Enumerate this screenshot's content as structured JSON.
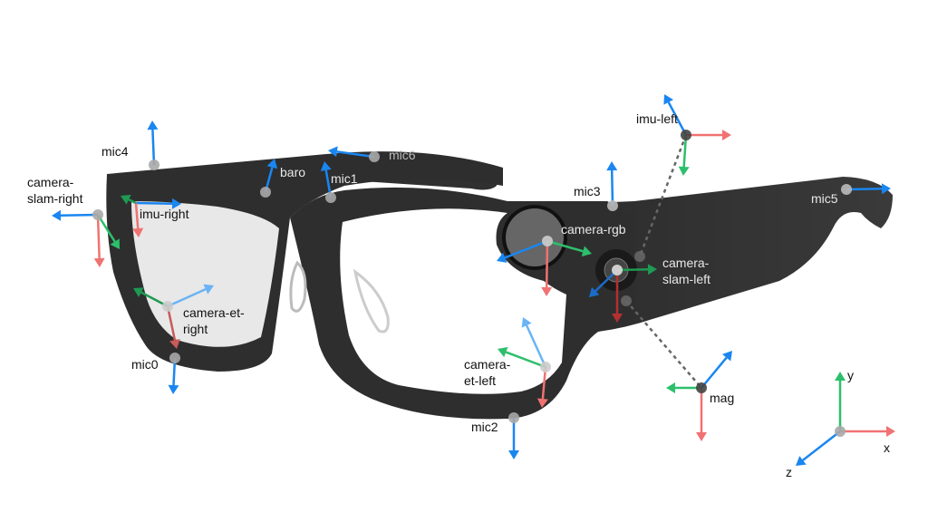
{
  "diagram": {
    "sensors": {
      "mic4": "mic4",
      "camera_slam_right": [
        "camera-",
        "slam-right"
      ],
      "imu_right": "imu-right",
      "baro": "baro",
      "mic1": "mic1",
      "mic6": "mic6",
      "camera_et_right": [
        "camera-et-",
        "right"
      ],
      "mic0": "mic0",
      "mic3": "mic3",
      "camera_rgb": "camera-rgb",
      "camera_slam_left": [
        "camera-",
        "slam-left"
      ],
      "imu_left": "imu-left",
      "mag": "mag",
      "mic5": "mic5",
      "mic2": "mic2",
      "camera_et_left": [
        "camera-",
        "et-left"
      ]
    },
    "axes": {
      "x": "x",
      "y": "y",
      "z": "z"
    },
    "colors": {
      "x_axis": "#f07272",
      "y_axis": "#2dbf6c",
      "z_axis": "#1a86f0",
      "frame": "#2e2e2e",
      "dot": "#a9a9a9"
    }
  }
}
